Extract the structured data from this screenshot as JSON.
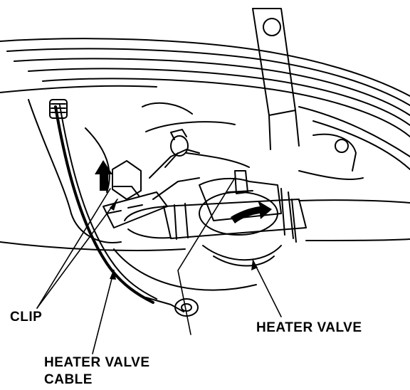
{
  "labels": {
    "clip": "CLIP",
    "heater_valve_cable_line1": "HEATER VALVE",
    "heater_valve_cable_line2": "CABLE",
    "heater_valve": "HEATER VALVE"
  },
  "colors": {
    "ink": "#000000",
    "paper": "#ffffff"
  }
}
